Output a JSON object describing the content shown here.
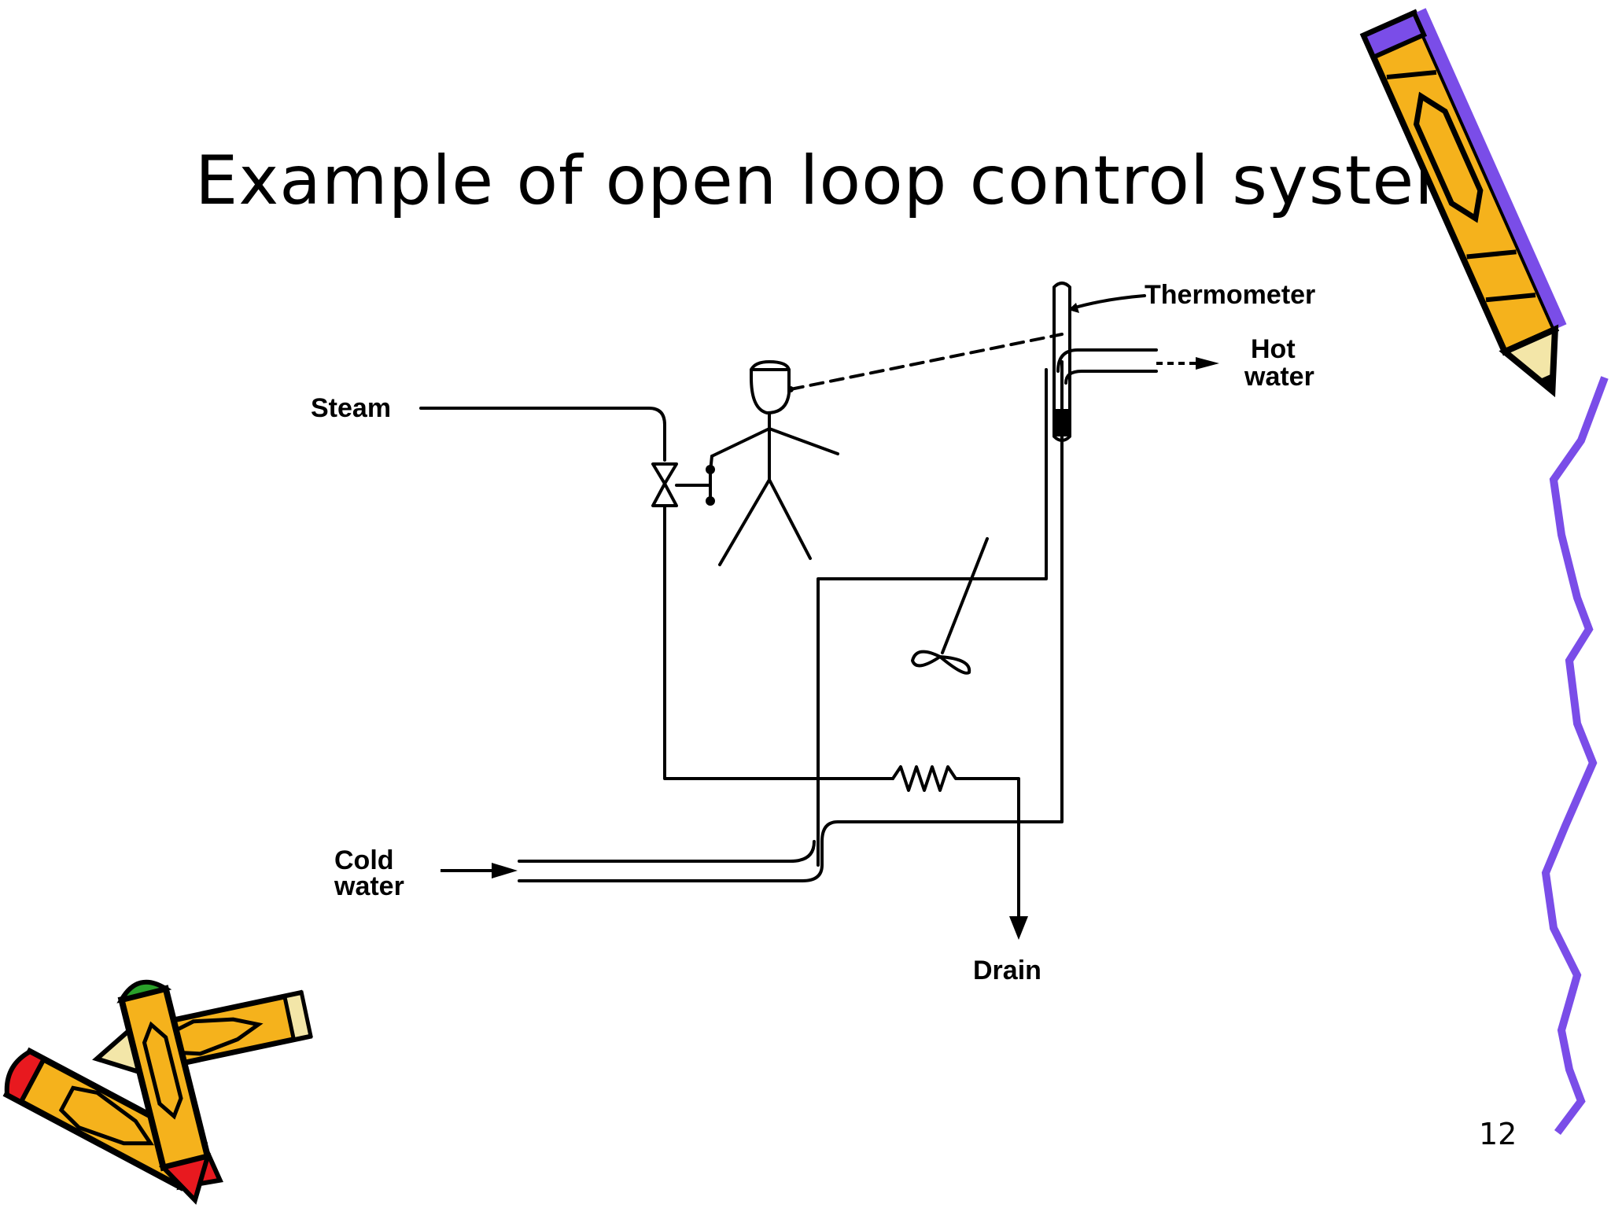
{
  "slide": {
    "title": "Example of open loop control system",
    "page_number": "12"
  },
  "diagram": {
    "labels": {
      "thermometer": "Thermometer",
      "hot_water_line1": "Hot",
      "hot_water_line2": "water",
      "steam": "Steam",
      "cold_water_line1": "Cold",
      "cold_water_line2": "water",
      "drain": "Drain"
    }
  },
  "decor": {
    "pencil_colors": {
      "body": "#f5b21c",
      "outline": "#000000",
      "accent_purple": "#7a4de8",
      "accent_red": "#e8191f",
      "accent_green": "#2aa02a",
      "tip": "#f3e6a8"
    },
    "squiggle_color": "#7a4de8"
  }
}
